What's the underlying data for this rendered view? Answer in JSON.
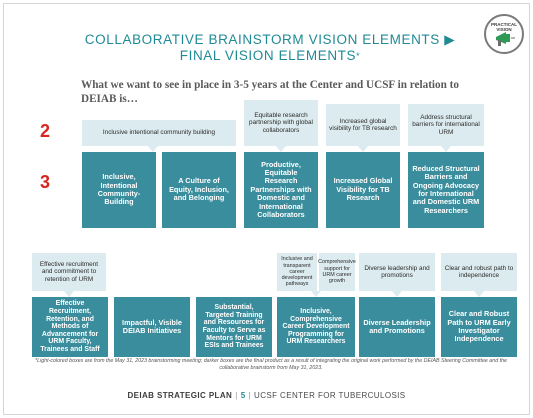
{
  "slide": {
    "title_line1": "COLLABORATIVE BRAINSTORM VISION ELEMENTS ▶",
    "title_line2": "FINAL VISION ELEMENTS",
    "title_star": "*",
    "intro": "What we want to see in place in 3-5 years at the Center and UCSF in relation to DEIAB is…",
    "row_labels": [
      "2",
      "3"
    ],
    "badge_text": "PRACTICAL VISION"
  },
  "row1": {
    "light": [
      "Inclusive intentional community building",
      "Equitable research partnership with global collaborators",
      "Increased global visibility for TB research",
      "Address structural barriers for international URM"
    ],
    "dark": [
      "Inclusive, Intentional Community-Building",
      "A Culture of Equity, Inclusion, and Belonging",
      "Productive, Equitable Research Partnerships with Domestic and International Collaborators",
      "Increased Global Visibility for TB Research",
      "Reduced Structural Barriers and Ongoing Advocacy for International and Domestic URM Researchers"
    ]
  },
  "row2": {
    "light": [
      "Effective recruitment and commitment to retention of URM",
      "Inclusive and transparent career development pathways",
      "Comprehensive support for URM career growth",
      "Diverse leadership and promotions",
      "Clear and robust path to independence"
    ],
    "dark": [
      "Effective Recruitment, Retention, and Methods of Advancement for URM Faculty, Trainees and Staff",
      "Impactful, Visible DEIAB Initiatives",
      "Substantial, Targeted Training and Resources for Faculty to Serve as Mentors for URM ESIs and Trainees",
      "Inclusive, Comprehensive Career Development Programming for URM Researchers",
      "Diverse Leadership and Promotions",
      "Clear and Robust Path to URM Early Investigator Independence"
    ]
  },
  "footnote": "*Light-colored boxes are from the May 31, 2023 brainstorming meeting; darker boxes are the final product as a result of integrating the original work performed by the DEIAB Steering Committee and the collaborative brainstorm from May 31, 2023.",
  "footer": {
    "plan": "DEIAB STRATEGIC PLAN",
    "separator": "|",
    "page": "5",
    "org": "UCSF CENTER FOR TUBERCULOSIS"
  },
  "colors": {
    "accent_teal": "#1f8a96",
    "dark_box": "#3a8d9c",
    "light_box": "#dcebef",
    "row_number_red": "#d8251f"
  }
}
